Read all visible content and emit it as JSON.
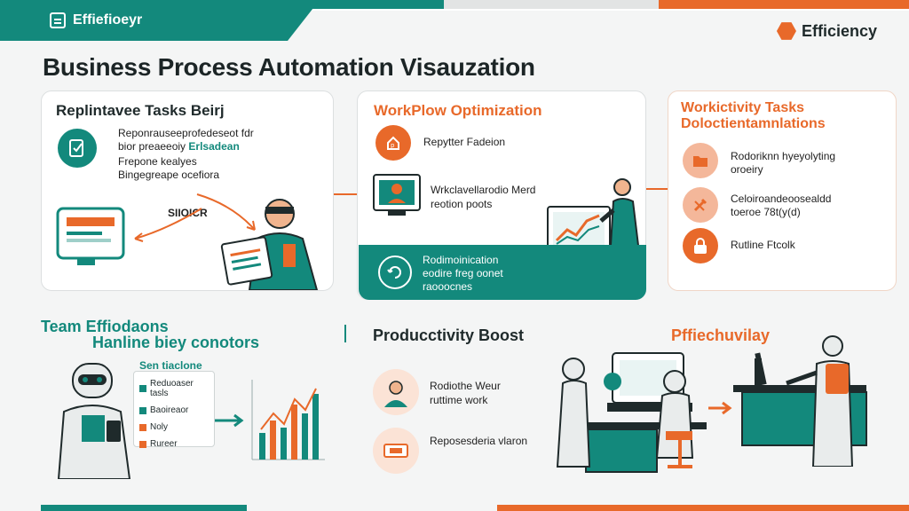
{
  "brand": {
    "left_name": "Effiefioeyr",
    "right_name": "Efficiency"
  },
  "title": "Business Process Automation Visauzation",
  "card1": {
    "title": "Replintavee  Tasks Beirj",
    "line1": "Reponrauseeprofedeseot fdr",
    "line2a": "bior preaeeoiy",
    "line2b": "Erlsadean",
    "line3": "Frepone kealyes",
    "line4": "Bingegreape ocefiora",
    "callout": "SIIOICR"
  },
  "card2": {
    "title": "WorkPlow Optimization",
    "item1": "Repytter Fadeion",
    "item2a": "Wrkclavellarodio Merd",
    "item2b": "reotion poots",
    "banner1": "Rodimoinication",
    "banner2": "eodire freg oonet",
    "banner3": "raooocnes"
  },
  "card3": {
    "title1": "Workictivity Tasks",
    "title2": "Doloctientamnlations",
    "item1a": "Rodoriknn hyeyolyting",
    "item1b": "oroeiry",
    "item2a": "Celoiroandeoosealdd",
    "item2b": "toeroe 78t(y(d)",
    "item3": "Rutline Ftcolk"
  },
  "team": {
    "title1": "Team Effiodaons",
    "title2": "Hanline biey conotors",
    "box_title": "Sen tiaclone",
    "list": [
      "Reduoaser tasls",
      "Baoireaor",
      "Noly",
      "Rureer"
    ]
  },
  "productivity": {
    "title": "Producctivity Boost",
    "item1a": "Rodiothe Weur",
    "item1b": "ruttime work",
    "item2": "Reposesderia vlaron"
  },
  "efficiency": {
    "title": "Pffiechuvilay"
  },
  "colors": {
    "teal": "#13897c",
    "orange": "#e8692a"
  }
}
